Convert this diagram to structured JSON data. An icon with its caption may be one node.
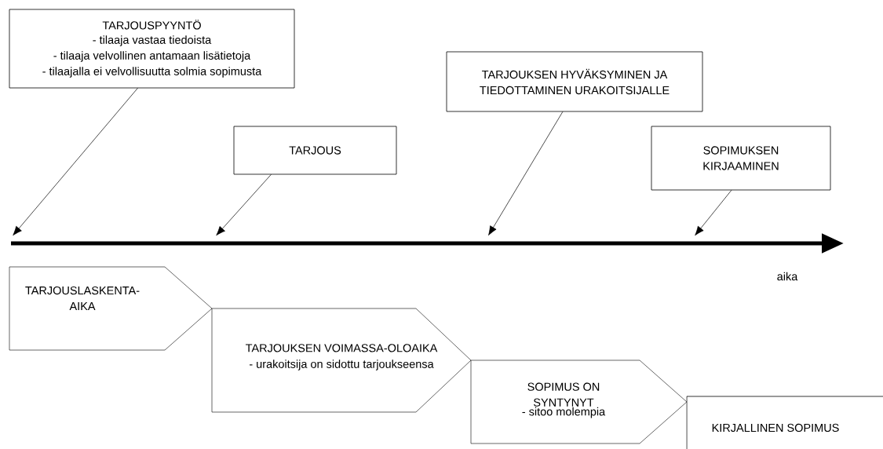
{
  "diagram": {
    "nodes": [
      {
        "text": [
          "TARJOUSPYYNTÖ",
          "- tilaaja vastaa tiedoista",
          "- tilaaja velvollinen antamaan lisätietoja",
          "- tilaajalla ei velvollisuutta solmia sopimusta"
        ]
      },
      {
        "text": [
          "TARJOUS"
        ]
      },
      {
        "text": [
          "TARJOUKSEN HYVÄKSYMINEN JA TIEDOTTAMINEN URAKOITSIJALLE"
        ]
      },
      {
        "text": [
          "SOPIMUKSEN KIRJAAMINEN"
        ]
      },
      {
        "text": [
          "TARJOUSLASKENTA-AIKA"
        ]
      },
      {
        "text": [
          "TARJOUKSEN VOIMASSA-OLOAIKA",
          "- urakoitsija on sidottu tarjoukseensa"
        ]
      },
      {
        "text": [
          "SOPIMUS ON SYNTYNYT",
          "- sitoo molempia"
        ]
      },
      {
        "text": [
          "KIRJALLINEN SOPIMUS"
        ]
      },
      {
        "text": [],
        "shape": "arrow"
      }
    ],
    "edges": [
      {
        "from": 0,
        "to": 8,
        "arrow": "to"
      },
      {
        "from": 1,
        "to": 8,
        "arrow": "to"
      },
      {
        "from": 2,
        "to": 8,
        "arrow": "to"
      },
      {
        "from": 3,
        "to": 8,
        "arrow": "to"
      }
    ],
    "labels": [
      "aika"
    ]
  }
}
